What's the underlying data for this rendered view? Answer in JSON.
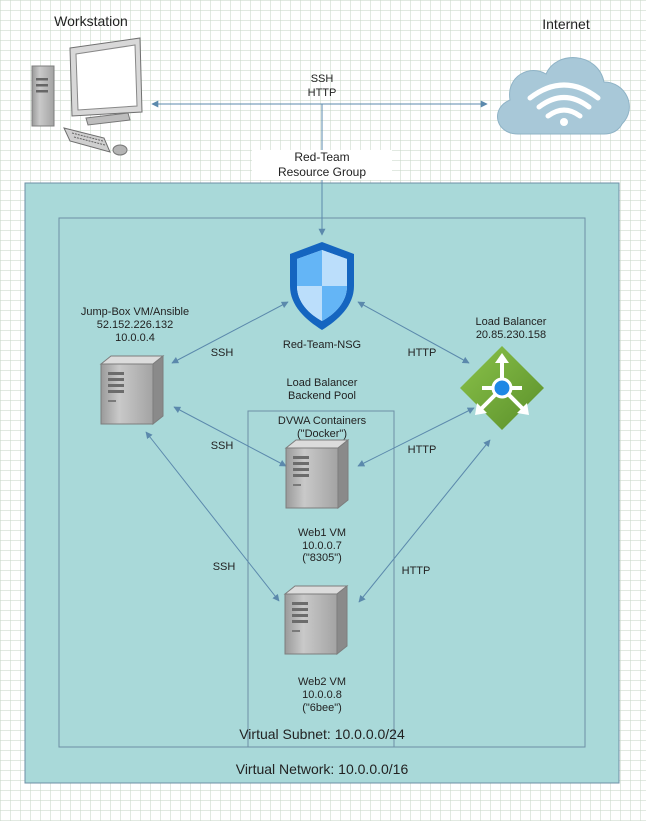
{
  "workstation": {
    "label": "Workstation"
  },
  "internet": {
    "label": "Internet"
  },
  "top_link": {
    "line1": "SSH",
    "line2": "HTTP"
  },
  "resource_group": {
    "line1": "Red-Team",
    "line2": "Resource Group"
  },
  "nsg": {
    "label": "Red-Team-NSG"
  },
  "jumpbox": {
    "line1": "Jump-Box VM/Ansible",
    "line2": "52.152.226.132",
    "line3": "10.0.0.4"
  },
  "load_balancer": {
    "line1": "Load Balancer",
    "line2": "20.85.230.158"
  },
  "backend_pool": {
    "line1": "Load Balancer",
    "line2": "Backend Pool"
  },
  "containers": {
    "line1": "DVWA Containers",
    "line2": "(\"Docker\")"
  },
  "web1": {
    "line1": "Web1 VM",
    "line2": "10.0.0.7",
    "line3": "(\"8305\")"
  },
  "web2": {
    "line1": "Web2 VM",
    "line2": "10.0.0.8",
    "line3": "(\"6bee\")"
  },
  "edges": {
    "nsg_jump": "SSH",
    "nsg_lb": "HTTP",
    "jump_web1": "SSH",
    "lb_web1": "HTTP",
    "jump_web2": "SSH",
    "lb_web2": "HTTP"
  },
  "subnet": {
    "label": "Virtual Subnet: 10.0.0.0/24"
  },
  "vnet": {
    "label": "Virtual Network: 10.0.0.0/16"
  },
  "colors": {
    "container_fill": "#a9d9d9",
    "container_stroke": "#6d8fa5",
    "arrow": "#5b89ac",
    "shield_dark": "#1565c0",
    "shield_light": "#bbdefb",
    "lb_green": "#7cb342",
    "cloud": "#a8c8d8",
    "server_body": "#b0b0b0"
  },
  "icons": [
    "desktop-computer-icon",
    "cloud-wifi-icon",
    "shield-icon",
    "load-balancer-icon",
    "server-icon"
  ]
}
